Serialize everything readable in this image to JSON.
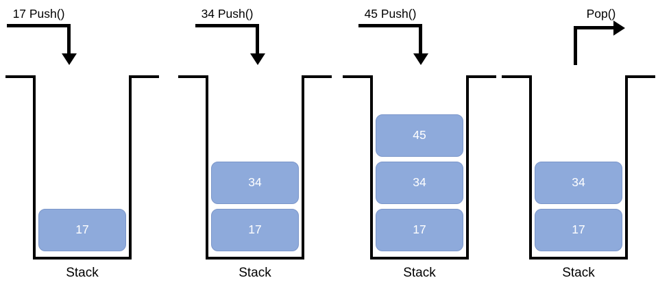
{
  "colors": {
    "item_fill": "#8EAADB",
    "item_border": "#7B96C9",
    "line": "#000000",
    "item_text": "#FFFFFF"
  },
  "panels": [
    {
      "operation": "17 Push()",
      "arrow": "push-down",
      "items": [
        "17"
      ],
      "stack_label": "Stack"
    },
    {
      "operation": "34 Push()",
      "arrow": "push-down",
      "items": [
        "34",
        "17"
      ],
      "stack_label": "Stack"
    },
    {
      "operation": "45 Push()",
      "arrow": "push-down",
      "items": [
        "45",
        "34",
        "17"
      ],
      "stack_label": "Stack"
    },
    {
      "operation": "Pop()",
      "arrow": "pop-right",
      "items": [
        "34",
        "17"
      ],
      "stack_label": "Stack"
    }
  ]
}
